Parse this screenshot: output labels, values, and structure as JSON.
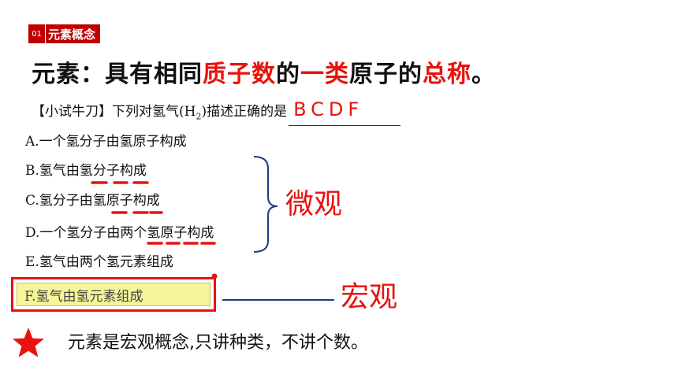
{
  "header": {
    "number": "01",
    "title": "元素概念"
  },
  "definition": {
    "p1": "元素：具有相同",
    "p2": "质子数",
    "p3": "的",
    "p4": "一类",
    "p5": "原子的",
    "p6": "总称",
    "p7": "。"
  },
  "question": {
    "text_before": "【小试牛刀】下列对氢气(H",
    "subscript": "2",
    "text_after": ")描述正确的是",
    "answer": "BCDF"
  },
  "options": {
    "a": "A.一个氢分子由氢原子构成",
    "b": "B.氢气由氢分子构成",
    "c": "C.氢分子由氢原子构成",
    "d": "D.一个氢分子由两个氢原子构成",
    "e": "E.氢气由两个氢元素组成",
    "f": "F.氢气由氢元素组成"
  },
  "labels": {
    "micro": "微观",
    "macro": "宏观"
  },
  "summary": "元素是宏观概念,只讲种类，不讲个数。",
  "colors": {
    "accent_red": "#e8130e",
    "header_red": "#c00000",
    "bracket_blue": "#1f3a8a",
    "highlight_yellow": "#f5f59a"
  }
}
